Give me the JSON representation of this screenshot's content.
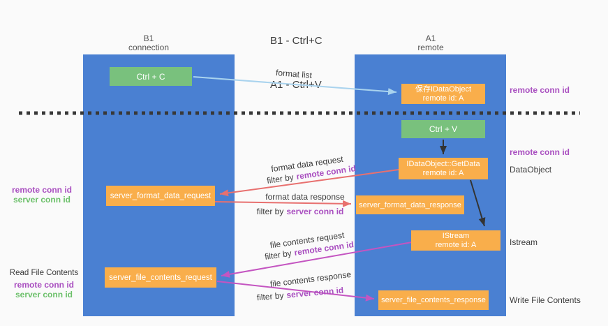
{
  "title": {
    "line1": "B1 - Ctrl+C",
    "line2": "A1 - Ctrl+V"
  },
  "lifelines": {
    "left": {
      "name": "B1",
      "role": "connection"
    },
    "right": {
      "name": "A1",
      "role": "remote"
    }
  },
  "nodes": {
    "ctrl_c": {
      "label": "Ctrl + C"
    },
    "save_idataobject": {
      "line1": "保存IDataObject",
      "line2": "remote id: A"
    },
    "ctrl_v": {
      "label": "Ctrl + V"
    },
    "getdata": {
      "line1": "IDataObject::GetData",
      "line2": "remote id: A"
    },
    "server_format_data_request": {
      "label": "server_format_data_request"
    },
    "server_format_data_response": {
      "label": "server_format_data_response"
    },
    "istream": {
      "line1": "IStream",
      "line2": "remote id: A"
    },
    "server_file_contents_request": {
      "label": "server_file_contents_request"
    },
    "server_file_contents_response": {
      "label": "server_file_contents_response"
    }
  },
  "messages": {
    "format_list": {
      "label": "format list"
    },
    "format_data_request": {
      "label": "format data request",
      "filter_prefix": "filter by",
      "filter_keyword": "remote conn id"
    },
    "format_data_response": {
      "label": "format data response",
      "filter_prefix": "filter by",
      "filter_keyword": "server conn id"
    },
    "file_contents_request": {
      "label": "file contents request",
      "filter_prefix": "filter by",
      "filter_keyword": "remote conn id"
    },
    "file_contents_response": {
      "label": "file contents response",
      "filter_prefix": "filter by",
      "filter_keyword": "server conn id"
    }
  },
  "right_margin": {
    "remote_conn_id_top": "remote conn id",
    "remote_conn_id_mid": "remote conn id",
    "dataobject": "DataObject",
    "istream": "Istream",
    "write_file_contents": "Write File Contents"
  },
  "left_margin": {
    "mid": {
      "remote_conn_id": "remote conn id",
      "server_conn_id": "server conn id"
    },
    "bottom": {
      "title": "Read File Contents",
      "remote_conn_id": "remote conn id",
      "server_conn_id": "server conn id"
    }
  },
  "colors": {
    "background": "#fafafa",
    "lifeline_blue": "#4a80d2",
    "node_green": "#79c17d",
    "node_orange": "#f9ae4b",
    "arrow_light_blue": "#a9d3ee",
    "arrow_red": "#e8706f",
    "arrow_magenta": "#c455c1",
    "arrow_black": "#333333",
    "keyword_purple": "#a94fc0",
    "keyword_green": "#6cc06a",
    "divider_dash": "#383838"
  }
}
